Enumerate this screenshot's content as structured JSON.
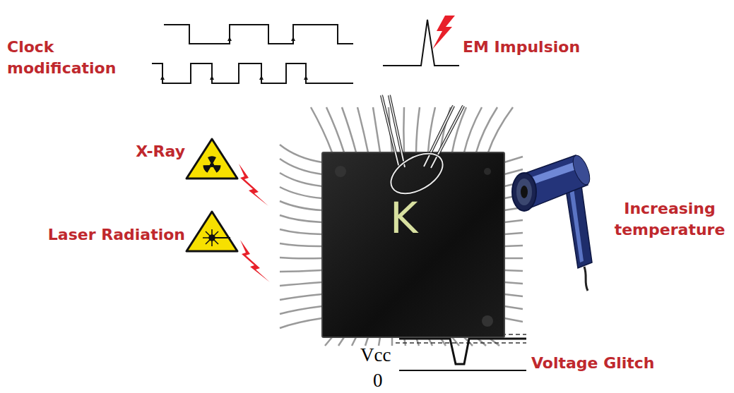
{
  "diagram": {
    "nodes": [
      {
        "text": [
          "K"
        ]
      }
    ],
    "labels": [
      "Clock modification",
      "EM Impulsion",
      "X-Ray",
      "Laser Radiation",
      "Increasing temperature",
      "Vcc",
      "0",
      "Voltage Glitch"
    ]
  }
}
